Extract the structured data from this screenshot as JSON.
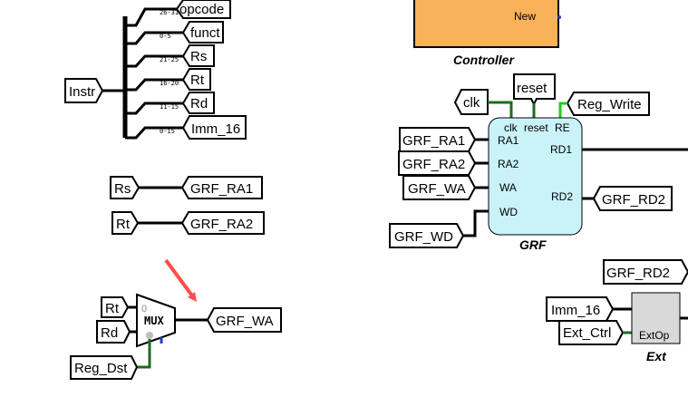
{
  "splitter": {
    "input": "Instr",
    "outputs": [
      {
        "bits": "26-31",
        "label": "opcode"
      },
      {
        "bits": "0-5",
        "label": "funct"
      },
      {
        "bits": "21-25",
        "label": "Rs"
      },
      {
        "bits": "16-20",
        "label": "Rt"
      },
      {
        "bits": "11-15",
        "label": "Rd"
      },
      {
        "bits": "0-15",
        "label": "Imm_16"
      }
    ]
  },
  "links": [
    {
      "from": "Rs",
      "to": "GRF_RA1"
    },
    {
      "from": "Rt",
      "to": "GRF_RA2"
    }
  ],
  "mux": {
    "label": "MUX",
    "in0_index": "0",
    "inputs": [
      "Rt",
      "Rd"
    ],
    "select": "Reg_Dst",
    "output": "GRF_WA"
  },
  "controller": {
    "title": "Controller",
    "port": "New"
  },
  "grf": {
    "title": "GRF",
    "top_tunnels": {
      "clk": "clk",
      "reset": "reset",
      "re": "Reg_Write"
    },
    "top_ports": [
      "clk",
      "reset",
      "RE"
    ],
    "left_ports": [
      "RA1",
      "RA2",
      "WA",
      "WD"
    ],
    "right_ports": [
      "RD1",
      "RD2"
    ],
    "left_tunnels": [
      "GRF_RA1",
      "GRF_RA2",
      "GRF_WA",
      "GRF_WD"
    ],
    "right_tunnel": "GRF_RD2"
  },
  "ext": {
    "title": "Ext",
    "port": "ExtOp",
    "inputs": [
      "Imm_16",
      "Ext_Ctrl"
    ],
    "upper_tunnel": "GRF_RD2"
  },
  "colors": {
    "controller_fill": "#f9b15a",
    "grf_fill": "#c9f3f9",
    "ext_fill": "#d9d9d9",
    "annotation_arrow": "#ff4d4d"
  }
}
